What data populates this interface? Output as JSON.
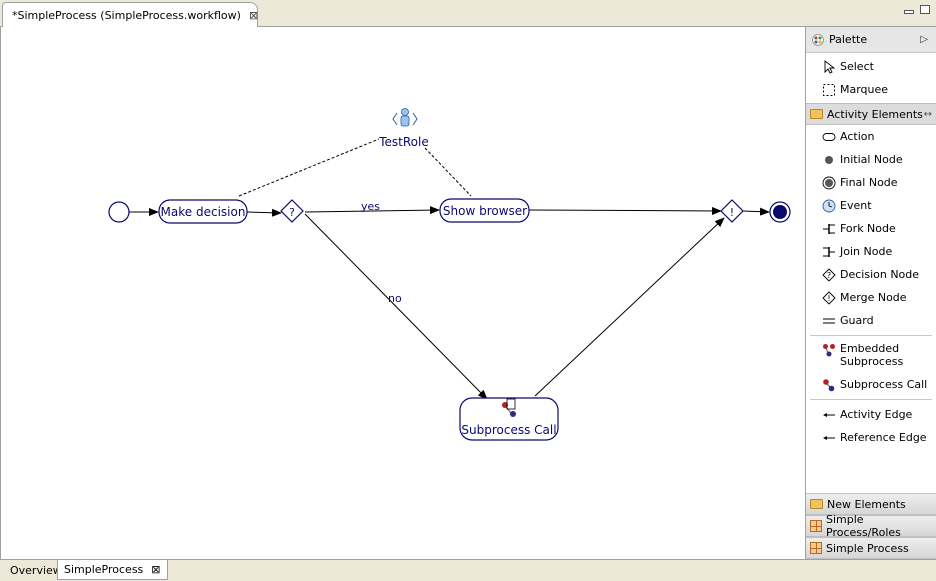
{
  "editor": {
    "tab_title": "*SimpleProcess (SimpleProcess.workflow)",
    "tab_close": "⊠"
  },
  "diagram": {
    "role_label": "TestRole",
    "nodes": {
      "make_decision": "Make decision",
      "decision_symbol": "?",
      "show_browser": "Show browser",
      "merge_symbol": "!",
      "subprocess_call": "Subprocess Call"
    },
    "edges": {
      "yes": "yes",
      "no": "no"
    }
  },
  "palette": {
    "title": "Palette",
    "tools": [
      {
        "label": "Select",
        "icon": "arrow-cursor-icon"
      },
      {
        "label": "Marquee",
        "icon": "marquee-icon"
      }
    ],
    "drawers": {
      "activity_elements": "Activity Elements",
      "new_elements": "New Elements",
      "simple_process_roles": "Simple Process/Roles",
      "simple_process": "Simple Process"
    },
    "activity_items": [
      {
        "label": "Action",
        "icon": "action-icon"
      },
      {
        "label": "Initial Node",
        "icon": "initial-node-icon"
      },
      {
        "label": "Final Node",
        "icon": "final-node-icon"
      },
      {
        "label": "Event",
        "icon": "event-icon"
      },
      {
        "label": "Fork Node",
        "icon": "fork-node-icon"
      },
      {
        "label": "Join Node",
        "icon": "join-node-icon"
      },
      {
        "label": "Decision Node",
        "icon": "decision-node-icon"
      },
      {
        "label": "Merge Node",
        "icon": "merge-node-icon"
      },
      {
        "label": "Guard",
        "icon": "guard-icon"
      }
    ],
    "subprocess_items": [
      {
        "label": "Embedded Subprocess",
        "icon": "embedded-subprocess-icon"
      },
      {
        "label": "Subprocess Call",
        "icon": "subprocess-call-icon"
      }
    ],
    "edge_items": [
      {
        "label": "Activity Edge",
        "icon": "activity-edge-icon"
      },
      {
        "label": "Reference Edge",
        "icon": "reference-edge-icon"
      }
    ]
  },
  "bottom_tabs": [
    {
      "label": "Overview"
    },
    {
      "label": "SimpleProcess",
      "close": "⊠"
    }
  ],
  "colors": {
    "diagram_stroke": "#0a0a6e",
    "node_fill": "#ffffff",
    "final_fill": "#0a0a6e"
  }
}
